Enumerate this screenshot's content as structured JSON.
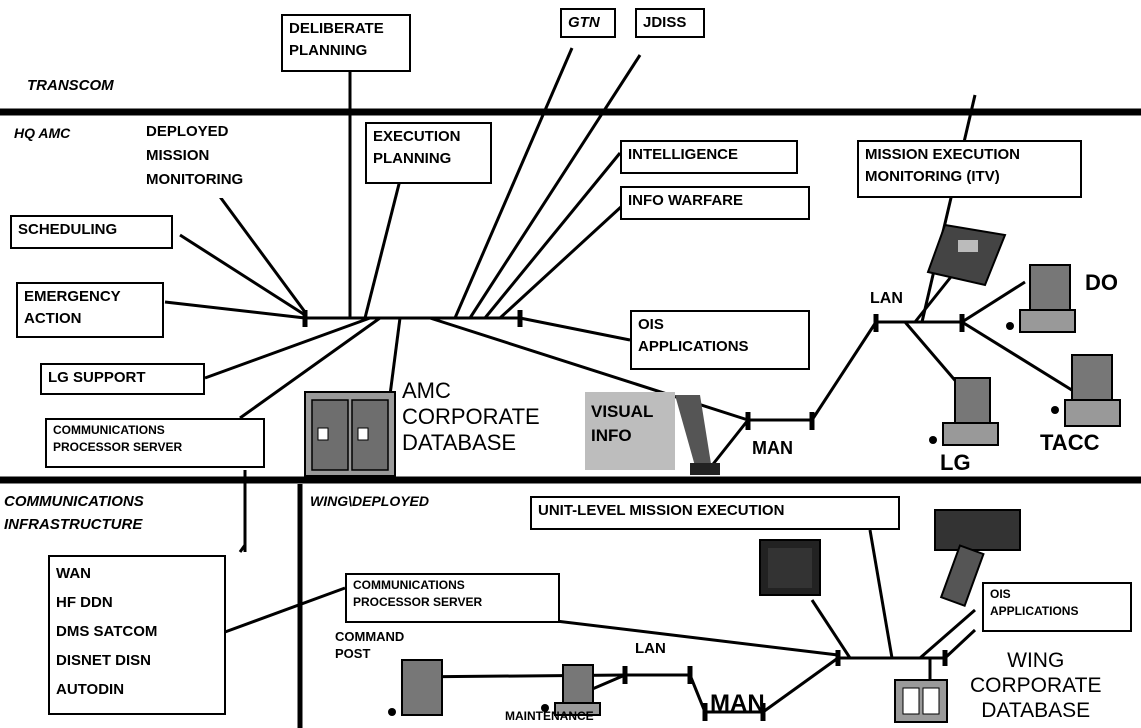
{
  "regions": {
    "transcom": "TRANSCOM",
    "hq_amc": "HQ AMC",
    "comm_infra": "COMMUNICATIONS\nINFRASTRUCTURE",
    "wing_deployed": "WING\\DEPLOYED"
  },
  "boxes": {
    "deliberate_planning": "DELIBERATE\nPLANNING",
    "gtn": "GTN",
    "jdiss": "JDISS",
    "deployed_mission_monitoring": "DEPLOYED\nMISSION\nMONITORING",
    "execution_planning": "EXECUTION\nPLANNING",
    "intelligence": "INTELLIGENCE",
    "info_warfare": "INFO WARFARE",
    "mission_execution_monitoring": "MISSION EXECUTION\nMONITORING (ITV)",
    "scheduling": "SCHEDULING",
    "emergency_action": "EMERGENCY\nACTION",
    "ois_applications_hq": "OIS\nAPPLICATIONS",
    "lg_support": "LG SUPPORT",
    "comm_processor_server_hq": "COMMUNICATIONS\nPROCESSOR SERVER",
    "visual_info": "VISUAL\nINFO",
    "unit_level_mission_execution": "UNIT-LEVEL MISSION EXECUTION",
    "wan_list": "WAN\nHF DDN\nDMS SATCOM\nDISNET DISN\nAUTODIN",
    "comm_processor_server_wing": "COMMUNICATIONS\nPROCESSOR SERVER",
    "ois_applications_wing": "OIS\nAPPLICATIONS"
  },
  "labels": {
    "amc_corporate_database": "AMC\nCORPORATE\nDATABASE",
    "lan_hq": "LAN",
    "man_hq": "MAN",
    "do": "DO",
    "lg": "LG",
    "tacc": "TACC",
    "command_post": "COMMAND\nPOST",
    "lan_wing": "LAN",
    "man_wing": "MAN",
    "maintenance": "MAINTENANCE",
    "wing_corporate_database": "WING\nCORPORATE\nDATABASE"
  }
}
